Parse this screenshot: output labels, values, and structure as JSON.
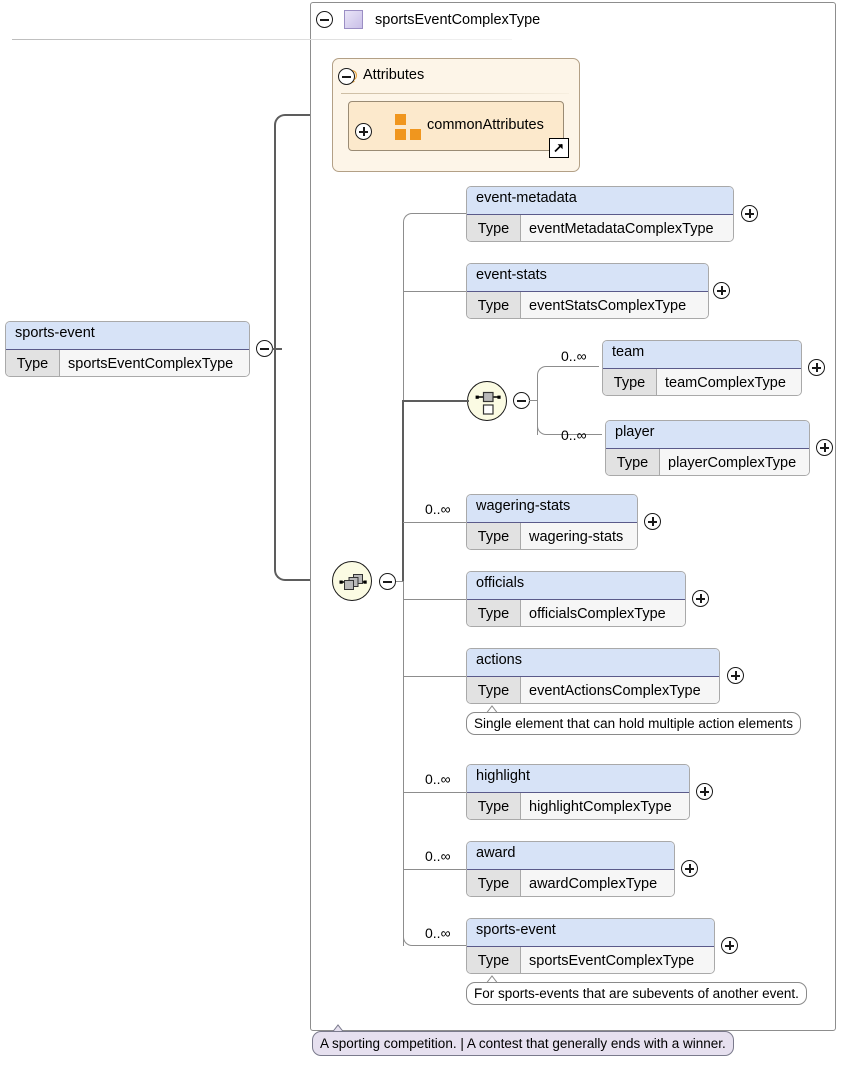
{
  "diagram": {
    "type": "xsd-schema-diagram",
    "root_element": {
      "name": "sports-event",
      "type_key": "Type",
      "type_value": "sportsEventComplexType",
      "control": "collapse"
    },
    "complex_type": {
      "title": "sportsEventComplexType",
      "icon": "complextype-icon",
      "control": "collapse"
    },
    "attributes_group": {
      "label": "Attributes",
      "symbol": "@",
      "control": "collapse",
      "items": [
        {
          "label": "commonAttributes",
          "icon": "attribute-group-icon",
          "control": "expand",
          "link": "external-link-icon"
        }
      ]
    },
    "sequence": {
      "icon": "sequence-icon",
      "control": "collapse"
    },
    "choice": {
      "icon": "choice-icon",
      "control": "collapse"
    },
    "children": [
      {
        "name": "event-metadata",
        "type_key": "Type",
        "type_value": "eventMetadataComplexType",
        "occurs": "",
        "control": "expand"
      },
      {
        "name": "event-stats",
        "type_key": "Type",
        "type_value": "eventStatsComplexType",
        "occurs": "",
        "control": "expand"
      },
      {
        "name": "team",
        "type_key": "Type",
        "type_value": "teamComplexType",
        "occurs": "0..∞",
        "control": "expand"
      },
      {
        "name": "player",
        "type_key": "Type",
        "type_value": "playerComplexType",
        "occurs": "0..∞",
        "control": "expand"
      },
      {
        "name": "wagering-stats",
        "type_key": "Type",
        "type_value": "wagering-stats",
        "occurs": "0..∞",
        "control": "expand"
      },
      {
        "name": "officials",
        "type_key": "Type",
        "type_value": "officialsComplexType",
        "occurs": "",
        "control": "expand"
      },
      {
        "name": "actions",
        "type_key": "Type",
        "type_value": "eventActionsComplexType",
        "occurs": "",
        "control": "expand"
      },
      {
        "name": "highlight",
        "type_key": "Type",
        "type_value": "highlightComplexType",
        "occurs": "0..∞",
        "control": "expand"
      },
      {
        "name": "award",
        "type_key": "Type",
        "type_value": "awardComplexType",
        "occurs": "0..∞",
        "control": "expand"
      },
      {
        "name": "sports-event",
        "type_key": "Type",
        "type_value": "sportsEventComplexType",
        "occurs": "0..∞",
        "control": "expand"
      }
    ],
    "annotations": {
      "actions": "Single element that can hold multiple action elements",
      "subevent": "For sports-events that are subevents of another event.",
      "documentation": "A sporting competition. | A contest that generally ends with a winner."
    },
    "colors": {
      "element_header": "#d7e3f7",
      "type_key_cell": "#e2e2e2",
      "attributes_panel": "#fdf5e8",
      "attribute_item": "#fce9cc",
      "attribute_accent": "#f0961e",
      "compositor_fill": "#fbfbe3",
      "documentation_bg": "#e6e0ef",
      "complextype_icon": "#c9bfe8"
    }
  }
}
